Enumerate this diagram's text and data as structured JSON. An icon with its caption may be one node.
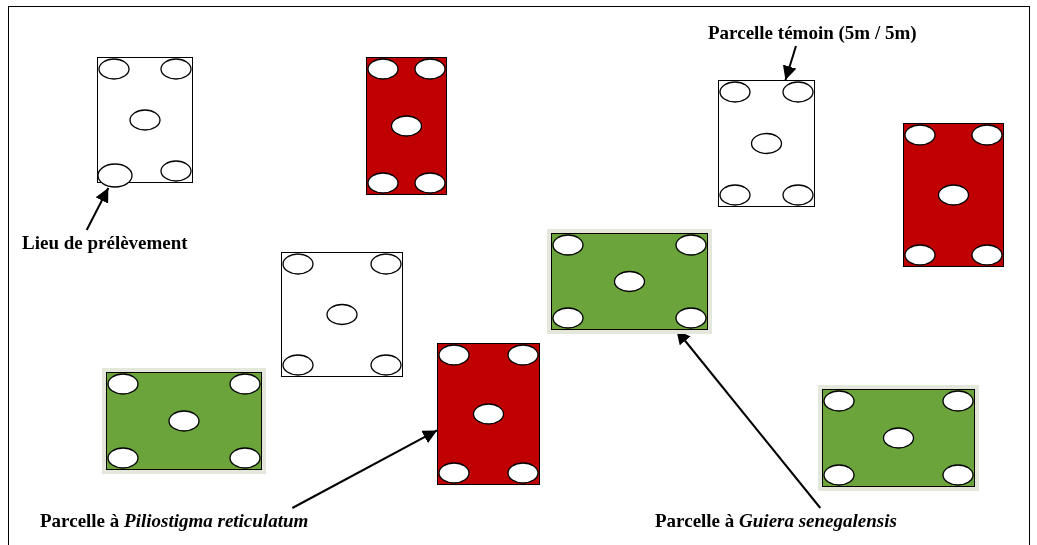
{
  "diagram": {
    "nodes": [
      {
        "text": [],
        "shape": "box"
      },
      {
        "text": [],
        "shape": "box"
      },
      {
        "text": [
          "Parcelle témoin (5m / 5m)"
        ]
      },
      {
        "text": [],
        "shape": "box"
      },
      {
        "text": [],
        "shape": "box"
      },
      {
        "text": [],
        "shape": "circle"
      },
      {
        "text": [
          "Lieu de prélèvement"
        ]
      },
      {
        "text": [],
        "shape": "box"
      },
      {
        "text": [],
        "shape": "box"
      },
      {
        "text": [],
        "shape": "box"
      },
      {
        "text": [],
        "shape": "box"
      },
      {
        "text": [],
        "shape": "box"
      },
      {
        "text": [
          "Parcelle à *Piliostigma reticulatum*"
        ]
      },
      {
        "text": [
          "Parcelle à *Guiera senegalensis*"
        ]
      }
    ],
    "edges": [
      {
        "from": 2,
        "to": 3,
        "arrow": "to"
      },
      {
        "from": 6,
        "to": 5,
        "arrow": "to"
      },
      {
        "from": 12,
        "to": 10,
        "arrow": "to"
      },
      {
        "from": 13,
        "to": 7,
        "arrow": "to"
      }
    ]
  }
}
